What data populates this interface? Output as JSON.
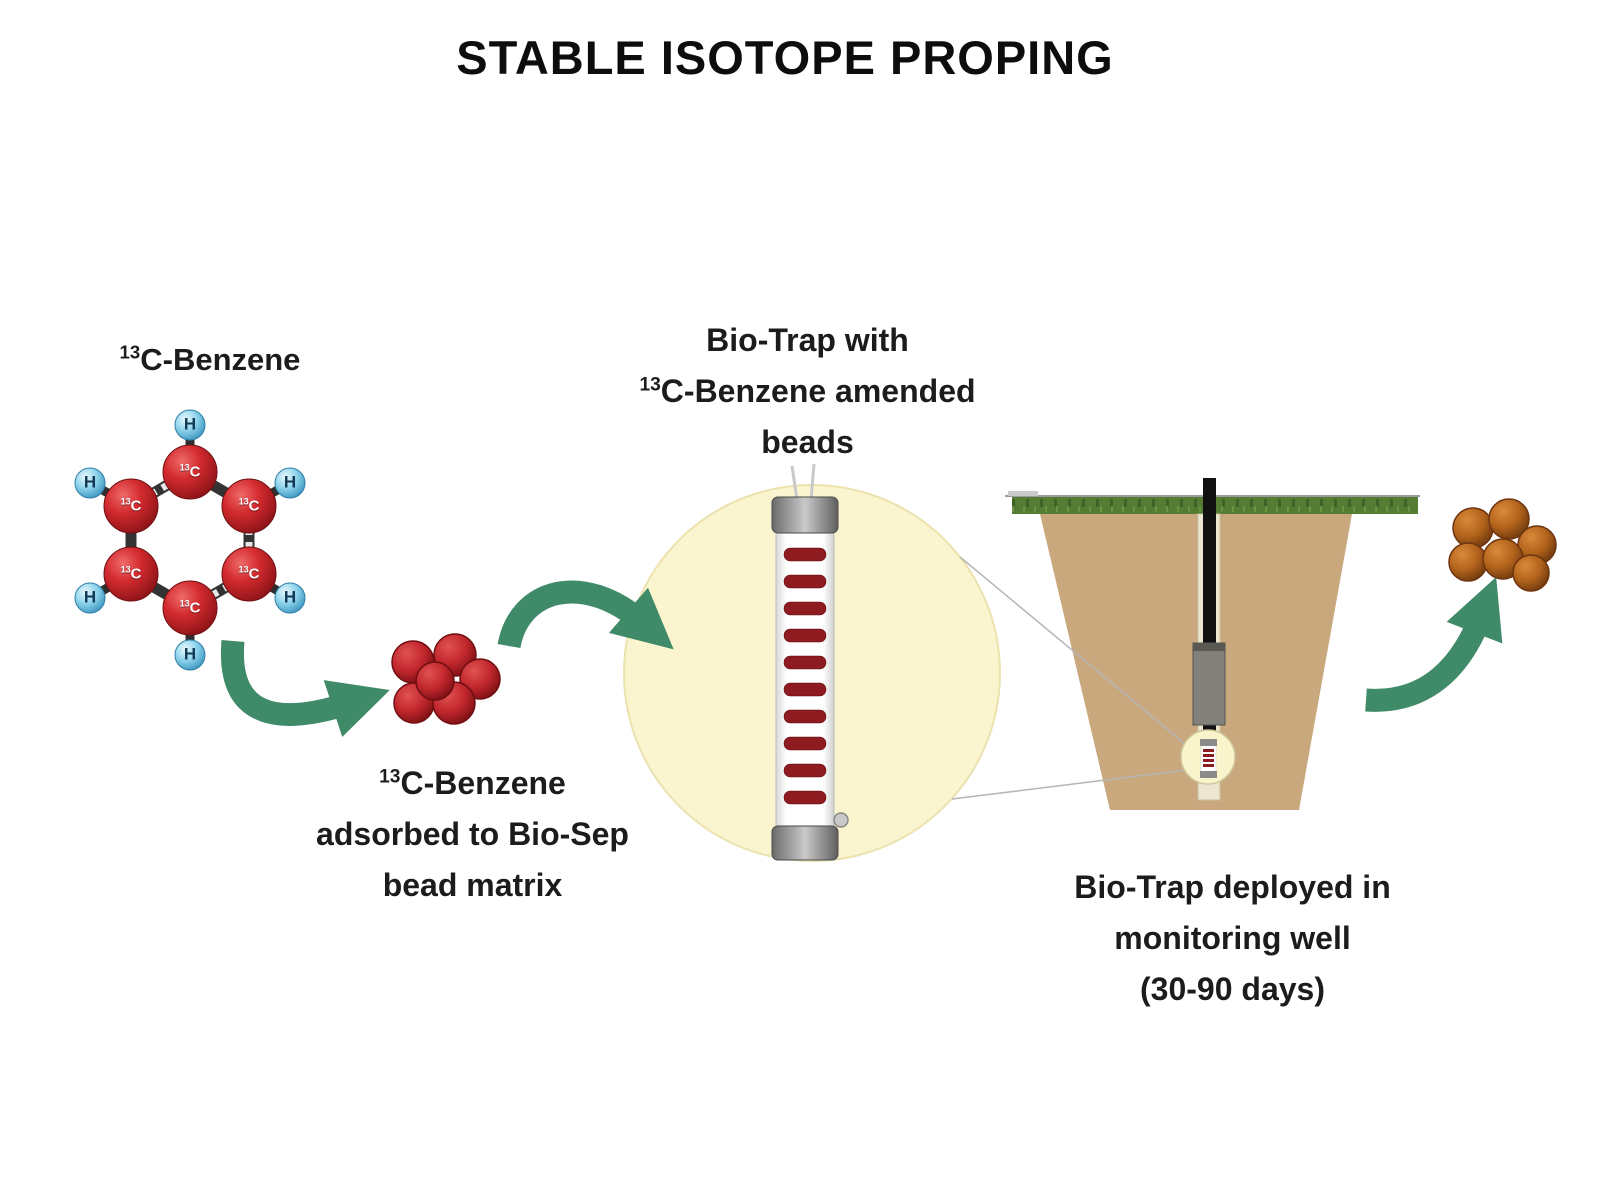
{
  "title": "STABLE ISOTOPE PROPING",
  "molecule": {
    "label_sup": "13",
    "label_text": "C-Benzene",
    "carbon_sup": "13",
    "carbon_symbol": "C",
    "hydrogen_symbol": "H"
  },
  "adsorbed_caption": {
    "line1_sup": "13",
    "line1_text": "C-Benzene",
    "line2": "adsorbed to Bio-Sep",
    "line3": "bead matrix"
  },
  "biotrap_caption": {
    "line1": "Bio-Trap with",
    "line2_sup": "13",
    "line2_text": "C-Benzene amended",
    "line3": "beads"
  },
  "well_caption": {
    "line1": "Bio-Trap deployed in",
    "line2": "monitoring well",
    "line3": "(30-90 days)"
  },
  "colors": {
    "arrow_green": "#3f8a68",
    "bead_red": "#c1272d",
    "bead_brown": "#b3641c",
    "zoom_circle_fill": "#fbf5cf",
    "soil_tan": "#c9a87e",
    "grass_green": "#547c33",
    "carbon_sphere": "#d32b2f",
    "hydrogen_sphere": "#8fd4ec"
  }
}
